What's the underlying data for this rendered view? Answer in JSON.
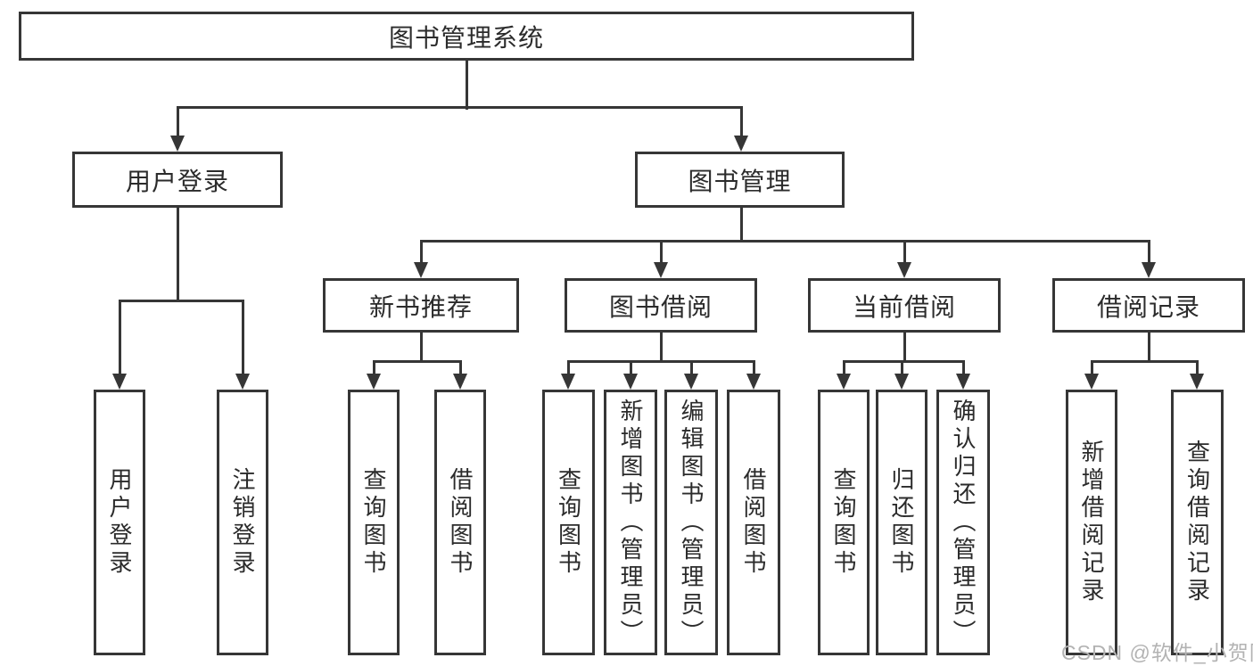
{
  "tree": {
    "root": "图书管理系统",
    "branches": [
      {
        "label": "用户登录",
        "children": [
          "用户登录",
          "注销登录"
        ]
      },
      {
        "label": "图书管理",
        "sections": [
          {
            "label": "新书推荐",
            "children": [
              "查询图书",
              "借阅图书"
            ]
          },
          {
            "label": "图书借阅",
            "children": [
              "查询图书",
              "新增图书（管理员）",
              "编辑图书（管理员）",
              "借阅图书"
            ]
          },
          {
            "label": "当前借阅",
            "children": [
              "查询图书",
              "归还图书",
              "确认归还（管理员）"
            ]
          },
          {
            "label": "借阅记录",
            "children": [
              "新增借阅记录",
              "查询借阅记录"
            ]
          }
        ]
      }
    ]
  },
  "watermark": {
    "text": "CSDN @软件_小贺同学"
  },
  "colors": {
    "line": "#363636",
    "text": "#2b2b2b",
    "watermark": "#b3b3b3",
    "background": "#ffffff"
  }
}
